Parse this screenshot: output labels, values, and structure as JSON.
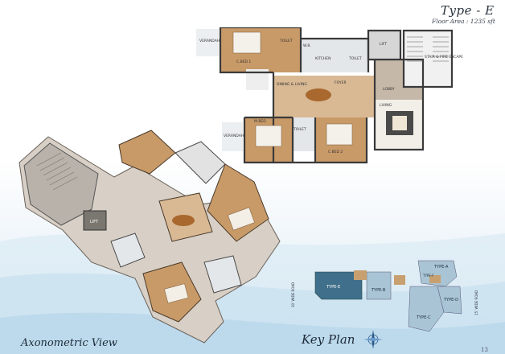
{
  "header": {
    "type_title": "Type - E",
    "floor_area": "Floor Area : 1235 sft"
  },
  "floor_plan": {
    "rooms": {
      "verandah_top": "VERANDAH",
      "toilet_1": "TOILET",
      "cbed_1": "C.BED 1",
      "wb": "W.B.",
      "kitchen": "KITCHEN",
      "toilet_2": "TOILET",
      "lift": "LIFT",
      "stair": "STAIR & FIRE ESCAPE",
      "dining": "DINING & LIVING",
      "foyer": "FOYER",
      "lobby": "LOBBY",
      "mbed": "M.BED",
      "toilet_3": "TOILET",
      "cbed_2": "C.BED 2",
      "living": "LIVING",
      "verandah_bottom": "VERANDAH"
    },
    "colors": {
      "floor": "#c89a68",
      "wall": "#3a3a3a",
      "tile": "#e4e7ea",
      "lobby": "#c5b8a8"
    }
  },
  "axonometric": {
    "lift_label": "LIFT",
    "label": "Axonometric View"
  },
  "key_plan": {
    "label": "Key Plan",
    "types": [
      "TYPE-A",
      "TYPE-B",
      "TYPE-C",
      "TYPE-D",
      "TYPE-E",
      "TYPE-F"
    ],
    "road_left": "30' WIDE ROAD",
    "road_right": "15' WIDE ROAD",
    "colors": {
      "highlight": "#3f6f8a",
      "blocks": "#a9c4d4",
      "core": "#c8a070"
    }
  },
  "page_number": "13",
  "icons": [
    "compass-icon"
  ]
}
